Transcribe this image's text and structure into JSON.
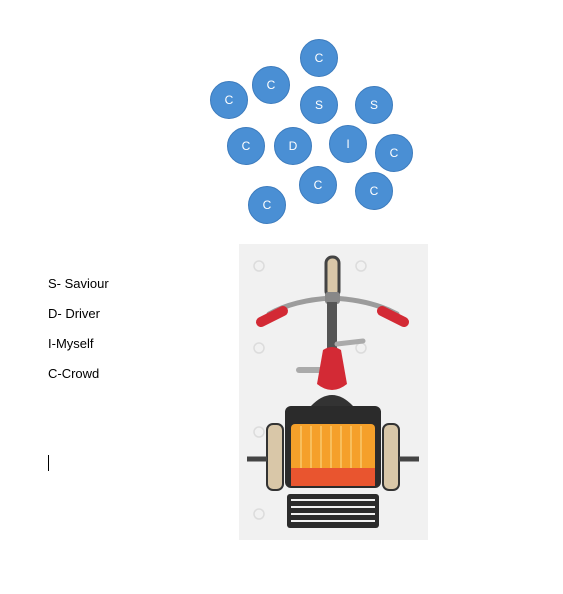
{
  "circles": [
    {
      "label": "C"
    },
    {
      "label": "C"
    },
    {
      "label": "C"
    },
    {
      "label": "S"
    },
    {
      "label": "S"
    },
    {
      "label": "C"
    },
    {
      "label": "D"
    },
    {
      "label": "I"
    },
    {
      "label": "C"
    },
    {
      "label": "C"
    },
    {
      "label": "C"
    },
    {
      "label": "C"
    }
  ],
  "legend": {
    "items": [
      "S- Saviour",
      "D- Driver",
      "I-Myself",
      "C-Crowd"
    ]
  },
  "colors": {
    "circle_fill": "#4a8fd4",
    "handle_red": "#d32a35",
    "box_orange": "#f5a02a"
  }
}
